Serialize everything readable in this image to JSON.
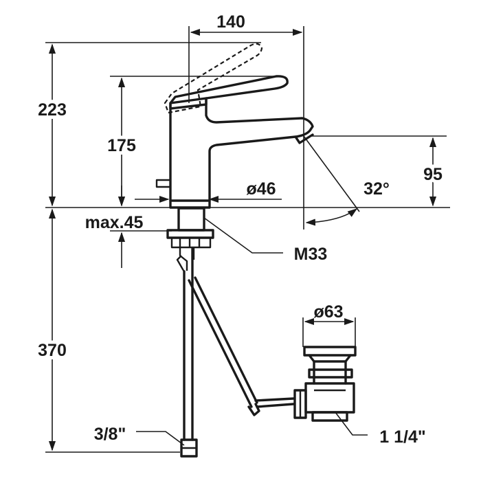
{
  "labels": {
    "width_140": "140",
    "height_223": "223",
    "height_175": "175",
    "height_95": "95",
    "angle_32": "32°",
    "dia_46": "ø46",
    "max_45": "max.45",
    "thread_m33": "M33",
    "length_370": "370",
    "dia_63": "ø63",
    "hose_3_8": "3/8\"",
    "waste_1_1_4": "1 1/4\""
  }
}
